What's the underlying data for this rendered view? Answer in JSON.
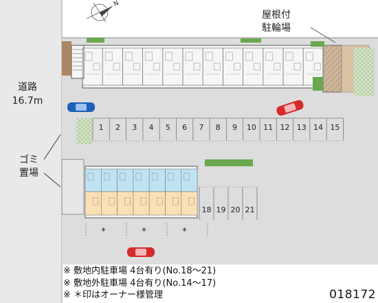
{
  "labels": {
    "road_name": "道路",
    "road_width": "16.7m",
    "garbage_1": "ゴミ",
    "garbage_2": "置場",
    "roofed_1": "屋根付",
    "roofed_2": "駐輪場"
  },
  "compass": {
    "north_label": "N"
  },
  "parking": {
    "upper_row": [
      "1",
      "2",
      "3",
      "4",
      "5",
      "6",
      "7",
      "8",
      "9",
      "10",
      "11",
      "12",
      "13",
      "14",
      "15"
    ],
    "lower_row": [
      "18",
      "19",
      "20",
      "21"
    ],
    "owner_marks": [
      "*",
      "*",
      "*"
    ]
  },
  "notes": [
    "※ 敷地内駐車場 4台有り(No.18～21)",
    "※ 敷地外駐車場 4台有り(No.14～17)",
    "※ ＊印はオーナー様管理"
  ],
  "map_id": "018172",
  "colors": {
    "ground": "#dcdcdc",
    "road": "#eaeaea",
    "building_outline": "#555555",
    "unit_blue": "#bfe3f2",
    "unit_orange": "#fbe0b6",
    "tree_green": "#5aa54a",
    "car_blue": "#1f5fb8",
    "car_red": "#d42b2b"
  }
}
